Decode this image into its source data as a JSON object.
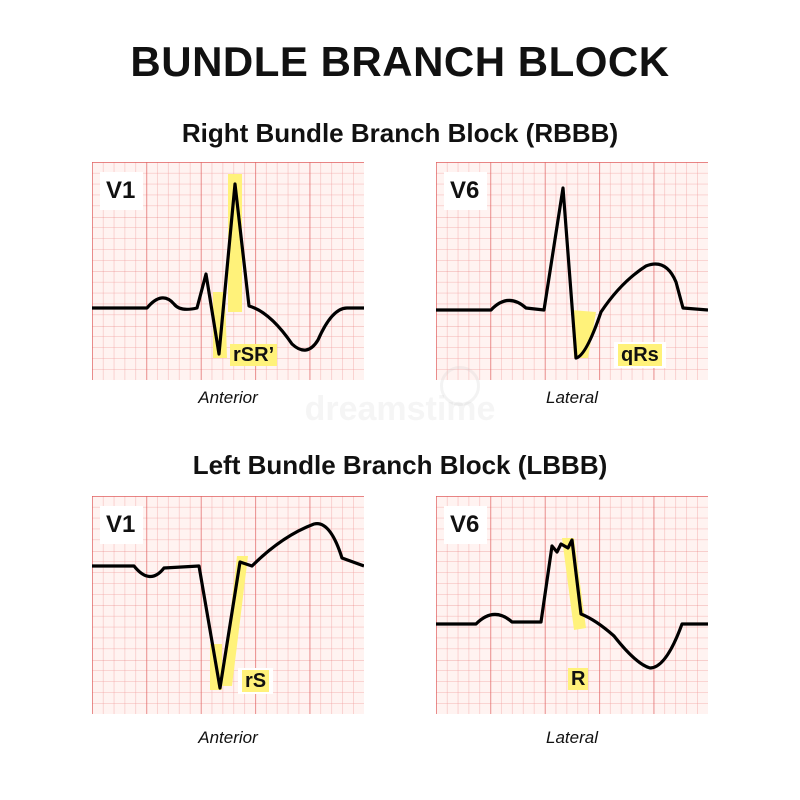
{
  "title": "BUNDLE BRANCH BLOCK",
  "sections": [
    {
      "heading": "Right Bundle Branch Block (RBBB)",
      "panels": [
        {
          "lead": "V1",
          "pattern": "rSR’",
          "region": "Anterior"
        },
        {
          "lead": "V6",
          "pattern": "qRs",
          "region": "Lateral"
        }
      ]
    },
    {
      "heading": "Left Bundle Branch Block (LBBB)",
      "panels": [
        {
          "lead": "V1",
          "pattern": "rS",
          "region": "Anterior"
        },
        {
          "lead": "V6",
          "pattern": "R",
          "region": "Lateral"
        }
      ]
    }
  ],
  "colors": {
    "grid_minor": "#f2a0a0",
    "grid_major": "#e06060",
    "paper": "#fff3f1",
    "trace": "#000000",
    "highlight": "#fff27a"
  },
  "watermark": "dreamstime"
}
